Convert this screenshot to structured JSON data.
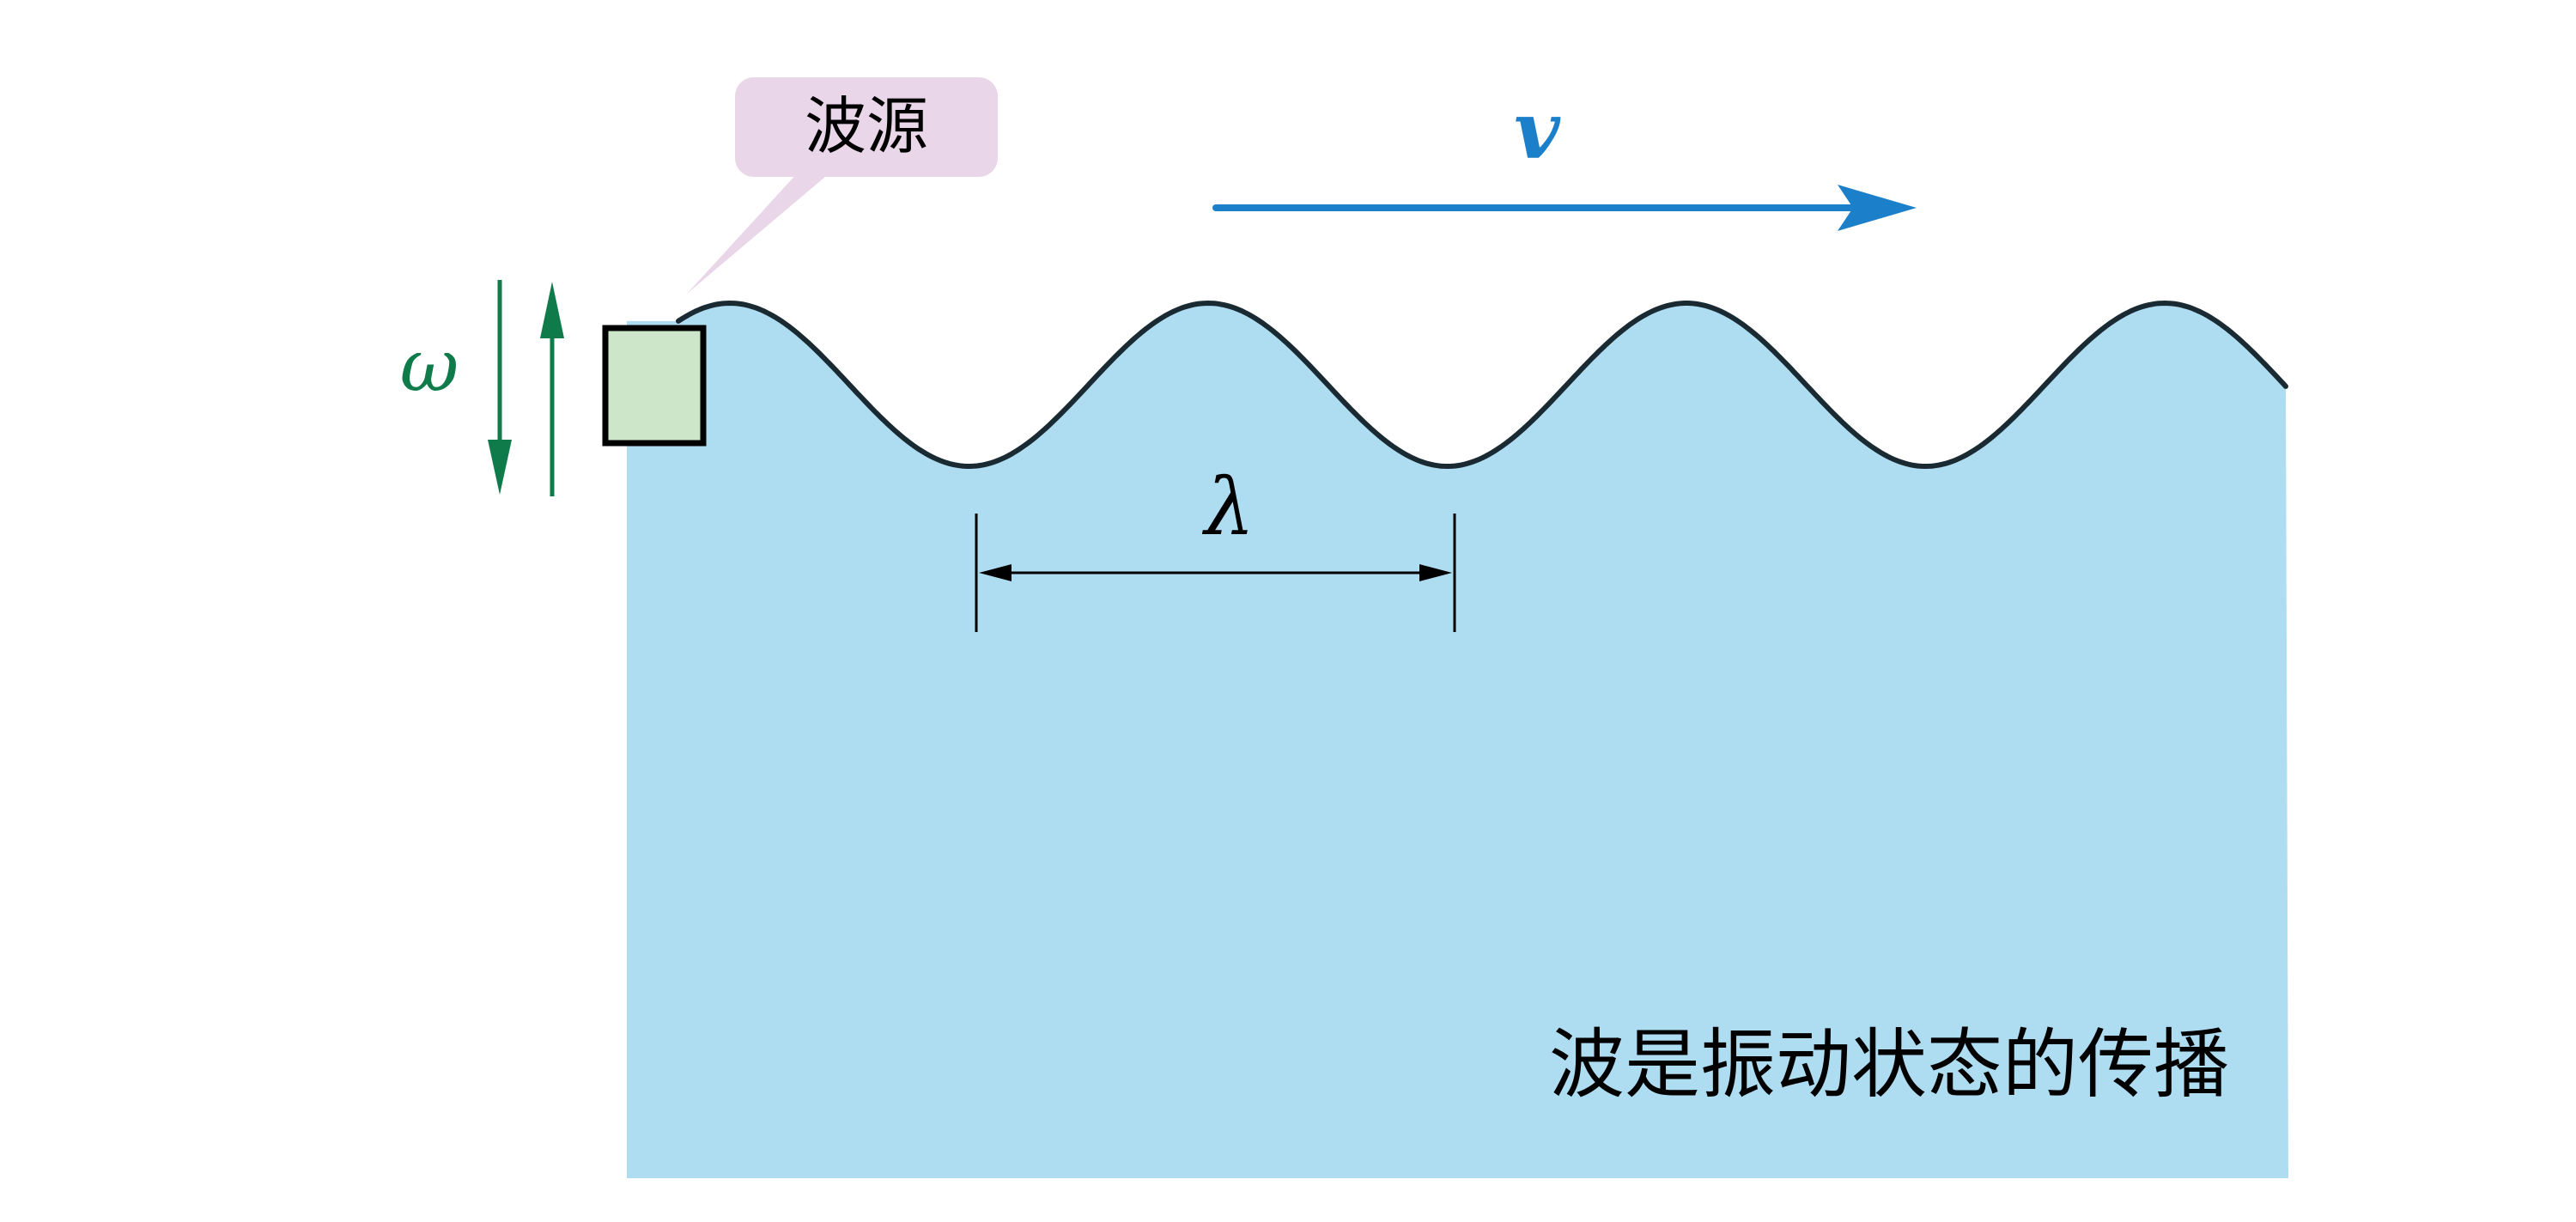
{
  "labels": {
    "source": "波源",
    "velocity": "v",
    "angular_frequency": "ω",
    "wavelength": "λ",
    "caption": "波是振动状态的传播"
  },
  "colors": {
    "water": "#aedcf1",
    "wave_line": "#1a2a33",
    "source_block_fill": "#cde6c9",
    "source_block_stroke": "#000000",
    "callout_fill": "#ead6e9",
    "velocity_arrow": "#1b7fc9",
    "omega_arrows": "#0f7a4a",
    "dimension_line": "#000000",
    "text": "#000000"
  },
  "icons": {
    "velocity": "right-arrow-icon",
    "oscillation": "up-down-arrows-icon",
    "wavelength": "dimension-arrow-icon"
  }
}
